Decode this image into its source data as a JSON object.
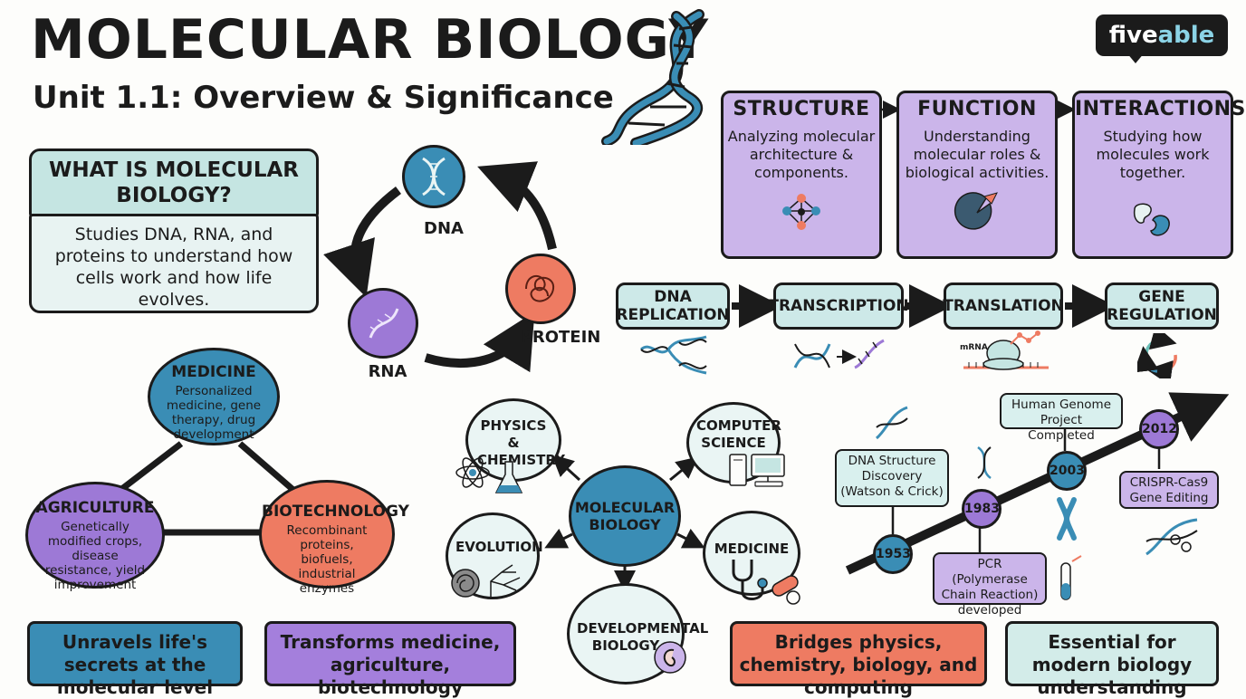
{
  "header": {
    "title": "MOLECULAR BIOLOGY",
    "subtitle": "Unit 1.1: Overview & Significance",
    "logo_prefix": "five",
    "logo_suffix": "able"
  },
  "what_is": {
    "heading": "WHAT IS MOLECULAR BIOLOGY?",
    "body": "Studies DNA, RNA, and proteins to understand how cells work and how life evolves."
  },
  "central_dogma": {
    "dna": "DNA",
    "rna": "RNA",
    "protein": "PROTEIN"
  },
  "aspects": [
    {
      "title": "STRUCTURE",
      "desc": "Analyzing molecular architecture & components.",
      "icon": "molecule-network-icon"
    },
    {
      "title": "FUNCTION",
      "desc": "Understanding molecular roles & biological activities.",
      "icon": "enzyme-substrate-icon"
    },
    {
      "title": "INTERACTIONS",
      "desc": "Studying how molecules work together.",
      "icon": "binding-proteins-icon"
    }
  ],
  "processes": [
    {
      "label": "DNA REPLICATION",
      "icon": "replicating-dna-icon"
    },
    {
      "label": "TRANSCRIPTION",
      "icon": "dna-to-rna-icon"
    },
    {
      "label": "TRANSLATION",
      "icon": "ribosome-icon",
      "icon_label": "mRNA"
    },
    {
      "label": "GENE REGULATION",
      "icon": "cycle-arrows-icon"
    }
  ],
  "applications": [
    {
      "name": "MEDICINE",
      "desc": "Personalized medicine, gene therapy, drug development",
      "color": "#3a8db5"
    },
    {
      "name": "AGRICULTURE",
      "desc": "Genetically modified crops, disease resistance, yield improvement",
      "color": "#9d79d6"
    },
    {
      "name": "BIOTECHNOLOGY",
      "desc": "Recombinant proteins, biofuels, industrial enzymes",
      "color": "#ee7b62"
    }
  ],
  "fields": {
    "center": "MOLECULAR BIOLOGY",
    "items": [
      {
        "name": "PHYSICS & CHEMISTRY",
        "icon": "atom-flask-icon"
      },
      {
        "name": "COMPUTER SCIENCE",
        "icon": "computer-icon"
      },
      {
        "name": "EVOLUTION",
        "icon": "fossil-tree-icon"
      },
      {
        "name": "MEDICINE",
        "icon": "stethoscope-pill-icon"
      },
      {
        "name": "DEVELOPMENTAL BIOLOGY",
        "icon": "embryo-icon"
      }
    ]
  },
  "timeline": [
    {
      "year": "1953",
      "event": "DNA Structure Discovery (Watson & Crick)"
    },
    {
      "year": "1983",
      "event": "PCR (Polymerase Chain Reaction) developed"
    },
    {
      "year": "2003",
      "event": "Human Genome Project Completed"
    },
    {
      "year": "2012",
      "event": "CRISPR-Cas9 Gene Editing"
    }
  ],
  "banners": [
    {
      "text": "Unravels life's secrets at the molecular level",
      "color": "#3a8db5"
    },
    {
      "text": "Transforms medicine, agriculture, biotechnology",
      "color": "#a47fdc"
    },
    {
      "text": "Bridges physics, chemistry, biology, and computing",
      "color": "#ee7b62"
    },
    {
      "text": "Essential for modern biology understanding",
      "color": "#d3ece9"
    }
  ],
  "colors": {
    "teal": "#3a8db5",
    "purple": "#9d79d6",
    "coral": "#ee7b62",
    "mint": "#c5e5e2",
    "lavender": "#cbb5ea"
  }
}
